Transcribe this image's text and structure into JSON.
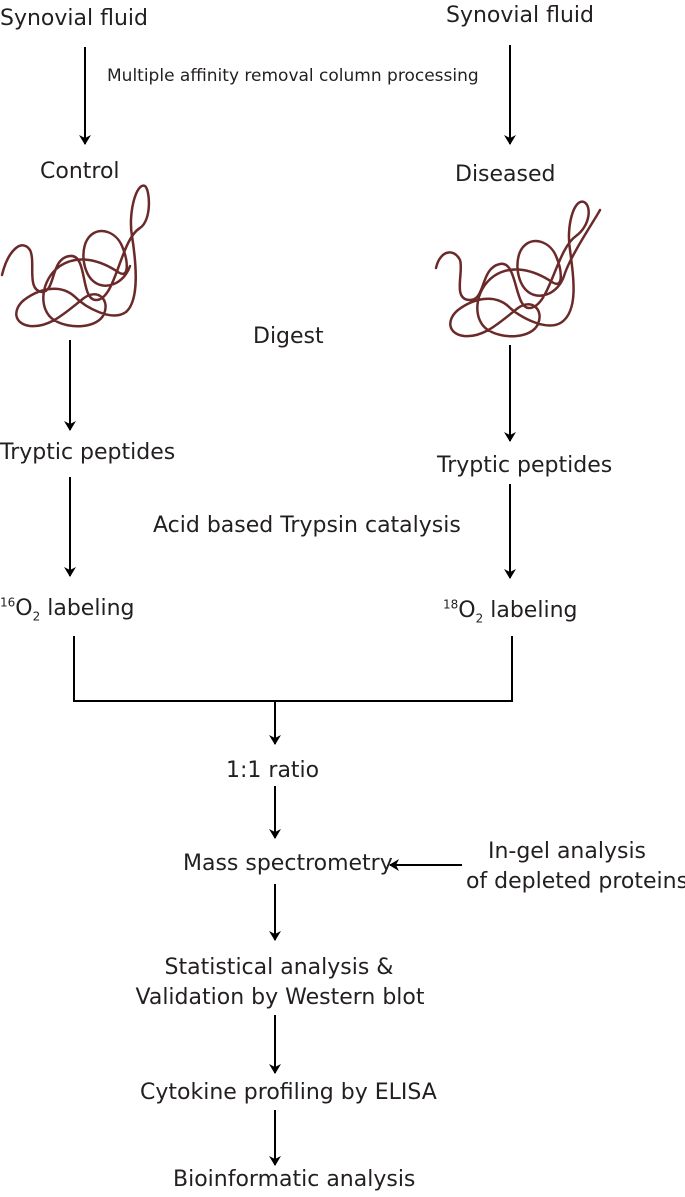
{
  "left_branch": {
    "source": "Synovial fluid",
    "group": "Control",
    "peptides": "Tryptic peptides",
    "label_isotope": "16",
    "label_element": "O",
    "label_subscript": "2",
    "label_word": "labeling"
  },
  "right_branch": {
    "source": "Synovial fluid",
    "group": "Diseased",
    "peptides": "Tryptic peptides",
    "label_isotope": "18",
    "label_element": "O",
    "label_subscript": "2",
    "label_word": "labeling"
  },
  "steps": {
    "column_processing": "Multiple affinity removal column processing",
    "digest": "Digest",
    "trypsin_catalysis": "Acid based Trypsin catalysis",
    "ratio": "1:1 ratio",
    "mass_spec": "Mass spectrometry",
    "ingel_line1": "In-gel analysis",
    "ingel_line2": "of depleted proteins",
    "stats_line1": "Statistical analysis &",
    "stats_line2": "Validation  by Western blot",
    "cytokine": "Cytokine profiling by ELISA",
    "bioinformatic": "Bioinformatic analysis"
  },
  "colors": {
    "protein_strand": "#6b2a2a",
    "arrows": "#000000",
    "text": "#231f20"
  }
}
